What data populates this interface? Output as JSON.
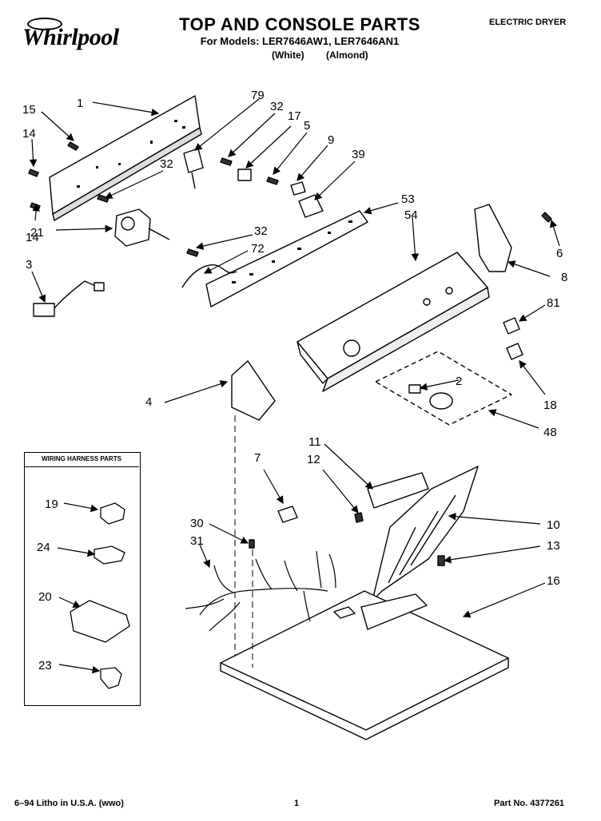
{
  "header": {
    "brand": "Whirlpool",
    "title": "TOP AND CONSOLE PARTS",
    "models_line": "For Models: LER7646AW1, LER7646AN1",
    "variants": [
      "(White)",
      "(Almond)"
    ],
    "product_type": "ELECTRIC DRYER"
  },
  "harness_box": {
    "title": "WIRING HARNESS PARTS"
  },
  "callouts": [
    {
      "label": "15"
    },
    {
      "label": "1"
    },
    {
      "label": "14"
    },
    {
      "label": "14"
    },
    {
      "label": "21"
    },
    {
      "label": "3"
    },
    {
      "label": "79"
    },
    {
      "label": "32"
    },
    {
      "label": "17"
    },
    {
      "label": "5"
    },
    {
      "label": "9"
    },
    {
      "label": "39"
    },
    {
      "label": "32"
    },
    {
      "label": "53"
    },
    {
      "label": "54"
    },
    {
      "label": "32"
    },
    {
      "label": "72"
    },
    {
      "label": "6"
    },
    {
      "label": "8"
    },
    {
      "label": "81"
    },
    {
      "label": "2"
    },
    {
      "label": "18"
    },
    {
      "label": "48"
    },
    {
      "label": "4"
    },
    {
      "label": "11"
    },
    {
      "label": "12"
    },
    {
      "label": "7"
    },
    {
      "label": "10"
    },
    {
      "label": "30"
    },
    {
      "label": "31"
    },
    {
      "label": "13"
    },
    {
      "label": "16"
    },
    {
      "label": "19"
    },
    {
      "label": "24"
    },
    {
      "label": "20"
    },
    {
      "label": "23"
    }
  ],
  "footer": {
    "left": "6–94 Litho in U.S.A. (wwo)",
    "page": "1",
    "part_no": "Part No. 4377261"
  }
}
